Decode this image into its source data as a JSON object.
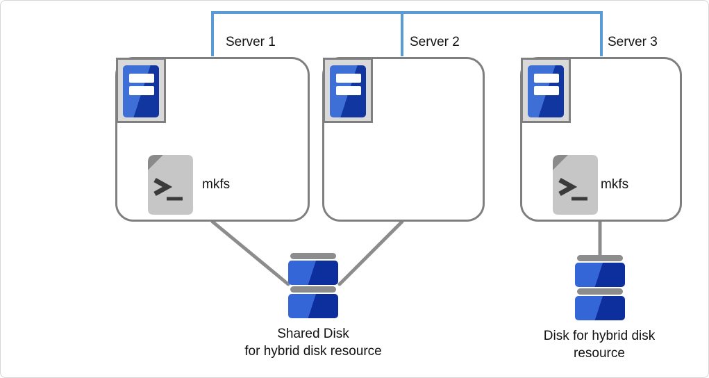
{
  "diagram": {
    "servers": [
      {
        "label": "Server 1",
        "has_mkfs": true,
        "mkfs_label": "mkfs"
      },
      {
        "label": "Server 2",
        "has_mkfs": false
      },
      {
        "label": "Server 3",
        "has_mkfs": true,
        "mkfs_label": "mkfs"
      }
    ],
    "disks": {
      "shared": {
        "label_line1": "Shared Disk",
        "label_line2": "for hybrid disk resource"
      },
      "single": {
        "label_line1": "Disk for hybrid disk",
        "label_line2": "resource"
      }
    },
    "icons": {
      "server": "server-tower-icon",
      "mkfs": "terminal-script-icon",
      "disk": "disk-stack-icon"
    },
    "colors": {
      "network_line": "#5B9BD5",
      "box_border": "#7F7F7F",
      "connector_gray": "#8C8C8C",
      "server_blue_light": "#3E6FD6",
      "server_blue_dark": "#1236A0",
      "disk_blue_light": "#3566D8",
      "disk_blue_dark": "#0D2F9D",
      "document_gray": "#C6C6C6",
      "document_fold": "#8A8A8A",
      "text": "#111111"
    }
  }
}
